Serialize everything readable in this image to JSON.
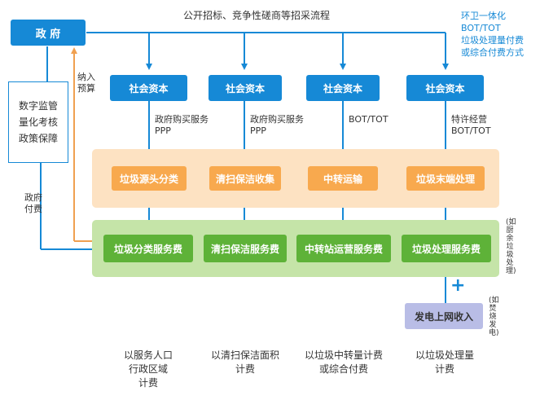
{
  "gov": "政 府",
  "top_process": "公开招标、竞争性磋商等招采流程",
  "top_right_note": [
    "环卫一体化",
    "BOT/TOT",
    "垃圾处理量付费",
    "或综合付费方式"
  ],
  "left_box": [
    "数字监管",
    "量化考核",
    "政策保障"
  ],
  "nary_label": "纳入预算",
  "gov_pay_label": "政府付费",
  "capital_boxes": [
    "社会资本",
    "社会资本",
    "社会资本",
    "社会资本"
  ],
  "modes": [
    [
      "政府购买服务",
      "PPP"
    ],
    [
      "政府购买服务",
      "PPP"
    ],
    [
      "BOT/TOT"
    ],
    [
      "特许经营",
      "BOT/TOT"
    ]
  ],
  "orange_boxes": [
    "垃圾源头分类",
    "清扫保洁收集",
    "中转运输",
    "垃圾末端处理"
  ],
  "green_boxes": [
    "垃圾分类服务费",
    "清扫保洁服务费",
    "中转站运营服务费",
    "垃圾处理服务费"
  ],
  "right_note_1": "(如厨余垃圾处理)",
  "right_note_2": "(如焚烧发电)",
  "plus": "+",
  "power_box": "发电上网收入",
  "bottom_notes": [
    [
      "以服务人口",
      "行政区域",
      "计费"
    ],
    [
      "以清扫保洁面积",
      "计费"
    ],
    [
      "以垃圾中转量计费",
      "或综合付费"
    ],
    [
      "以垃圾处理量",
      "计费"
    ]
  ],
  "colors": {
    "blue": "#1689d6",
    "orange": "#f8a94e",
    "green": "#5eb238",
    "purple": "#b9bde6"
  }
}
